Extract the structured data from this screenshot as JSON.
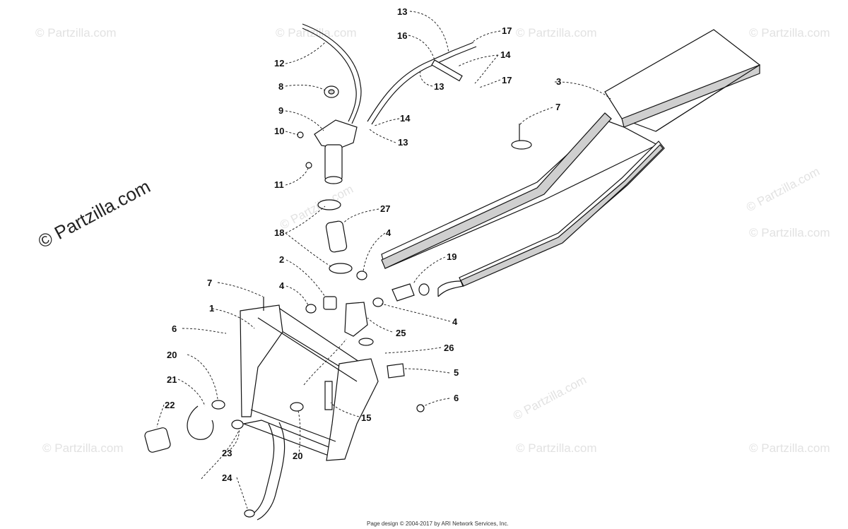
{
  "watermark": {
    "text": "© Partzilla.com",
    "large_text": "© Partzilla.com"
  },
  "footer": {
    "text": "Page design © 2004-2017 by ARI Network Services, Inc."
  },
  "callouts": [
    "1",
    "2",
    "3",
    "4",
    "4",
    "4",
    "5",
    "6",
    "6",
    "7",
    "7",
    "8",
    "9",
    "10",
    "11",
    "12",
    "13",
    "13",
    "13",
    "14",
    "14",
    "15",
    "16",
    "17",
    "17",
    "18",
    "19",
    "20",
    "20",
    "21",
    "22",
    "23",
    "24",
    "25",
    "26",
    "27"
  ]
}
